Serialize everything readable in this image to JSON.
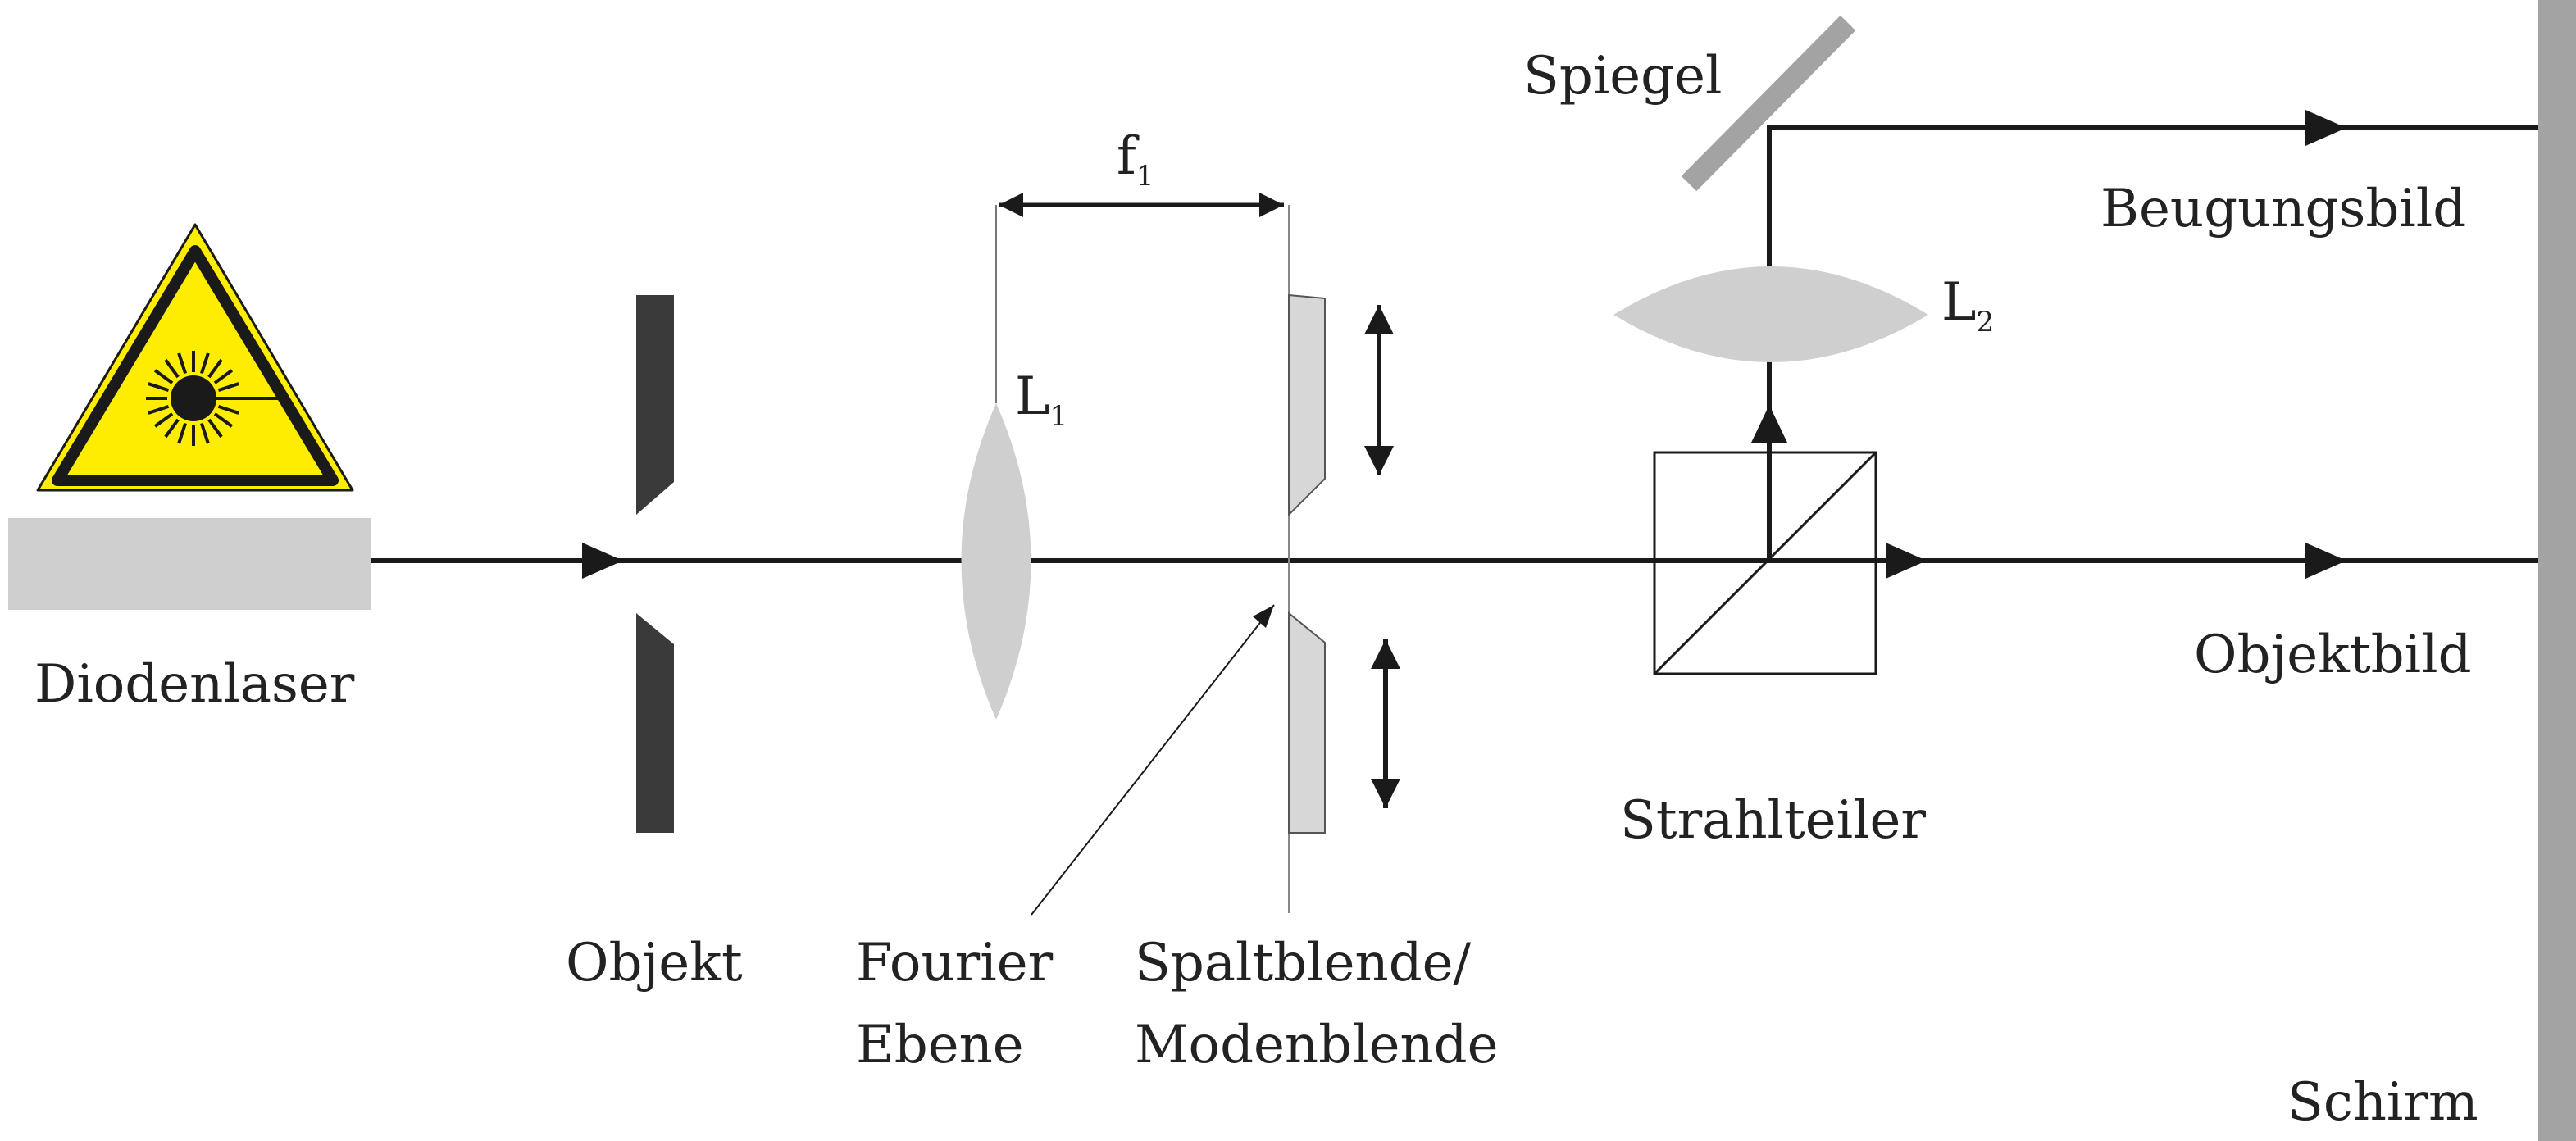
{
  "labels": {
    "laser": "Diodenlaser",
    "object": "Objekt",
    "fourier_line1": "Fourier",
    "fourier_line2": "Ebene",
    "slit_line1": "Spaltblende/",
    "slit_line2": "Modenblende",
    "mirror": "Spiegel",
    "diffraction_image": "Beugungsbild",
    "object_image": "Objektbild",
    "beam_splitter": "Strahlteiler",
    "screen": "Schirm",
    "lens1_letter": "L",
    "lens1_sub": "1",
    "lens2_letter": "L",
    "lens2_sub": "2",
    "focal_letter": "f",
    "focal_sub": "1"
  },
  "colors": {
    "beam": "#1a1a1a",
    "optic_gray": "#cfcfcf",
    "aperture_dark": "#3a3a3a",
    "slit_fill": "#d7d7d7",
    "mirror_gray": "#a3a3a3",
    "warning_yellow": "#ffed00"
  },
  "icons": {
    "laser_warning": "laser-warning-icon"
  }
}
